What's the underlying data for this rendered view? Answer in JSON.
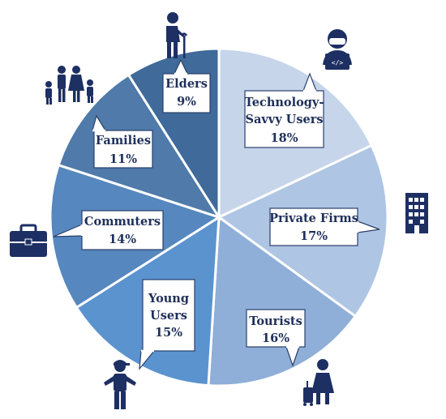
{
  "chart_data": {
    "type": "pie",
    "title": "",
    "start_angle_deg": 0,
    "direction": "clockwise",
    "slices": [
      {
        "label_lines": [
          "Technology-",
          "Savvy Users"
        ],
        "value_text": "18%",
        "value": 18,
        "color": "#c6d5ea",
        "icon": "programmer-laptop-icon"
      },
      {
        "label_lines": [
          "Private Firms"
        ],
        "value_text": "17%",
        "value": 17,
        "color": "#aec5e4",
        "icon": "office-building-icon"
      },
      {
        "label_lines": [
          "Tourists"
        ],
        "value_text": "16%",
        "value": 16,
        "color": "#8faed8",
        "icon": "traveler-luggage-icon"
      },
      {
        "label_lines": [
          "Young",
          "Users"
        ],
        "value_text": "15%",
        "value": 15,
        "color": "#5b93cf",
        "icon": "young-person-cap-icon"
      },
      {
        "label_lines": [
          "Commuters"
        ],
        "value_text": "14%",
        "value": 14,
        "color": "#5687be",
        "icon": "briefcase-icon"
      },
      {
        "label_lines": [
          "Families"
        ],
        "value_text": "11%",
        "value": 11,
        "color": "#4f7aaa",
        "icon": "family-icon"
      },
      {
        "label_lines": [
          "Elders"
        ],
        "value_text": "9%",
        "value": 9,
        "color": "#3f6a9a",
        "icon": "elder-cane-icon"
      }
    ]
  }
}
